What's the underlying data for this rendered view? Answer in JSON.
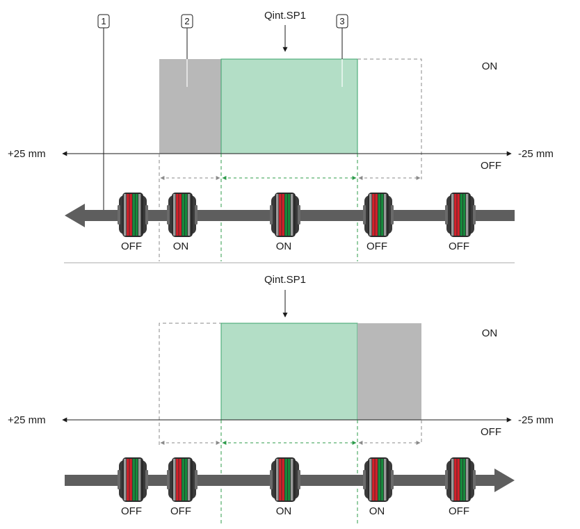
{
  "setpoint_label": "Qint.SP1",
  "state_on": "ON",
  "state_off": "OFF",
  "axis_left": "+25 mm",
  "axis_right": "-25 mm",
  "callouts": [
    "1",
    "2",
    "3"
  ],
  "colors": {
    "window_green": "#b3dec6",
    "window_green_edge": "#3aa36a",
    "hysteresis_gray": "#b8b8b8",
    "dashed_gray": "#8a8a8a",
    "dashed_green": "#2c9b4a",
    "belt": "#5e5e5e",
    "target_red": "#d4202a",
    "target_green": "#178a3c"
  },
  "top": {
    "targets": [
      {
        "state": "OFF"
      },
      {
        "state": "ON"
      },
      {
        "state": "ON"
      },
      {
        "state": "OFF"
      },
      {
        "state": "OFF"
      }
    ]
  },
  "bottom": {
    "targets": [
      {
        "state": "OFF"
      },
      {
        "state": "OFF"
      },
      {
        "state": "ON"
      },
      {
        "state": "ON"
      },
      {
        "state": "OFF"
      }
    ]
  }
}
